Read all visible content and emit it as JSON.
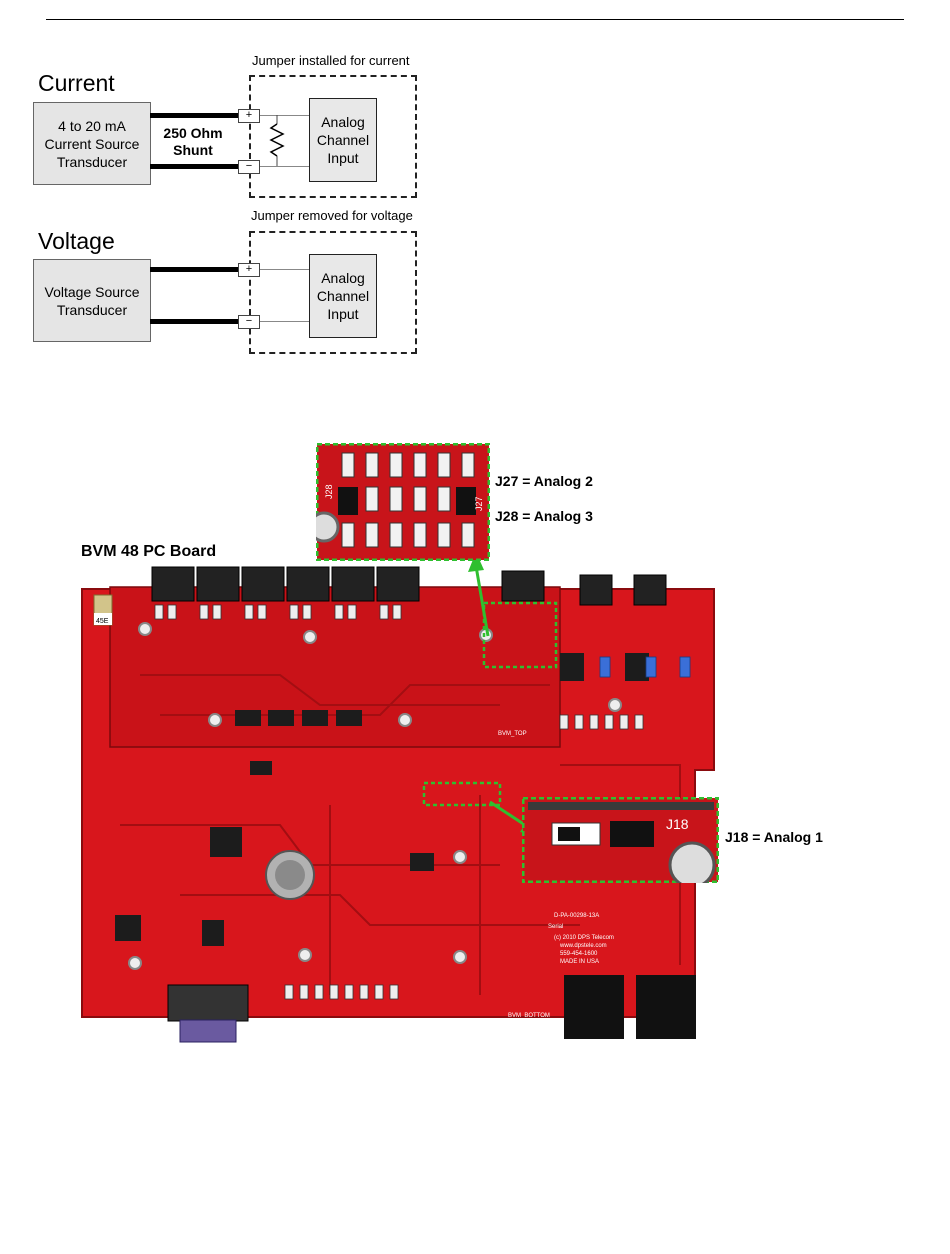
{
  "diagram": {
    "current": {
      "heading": "Current",
      "jumper_note": "Jumper installed for current",
      "source": [
        "4 to 20 mA",
        "Current Source",
        "Transducer"
      ],
      "shunt": [
        "250 Ohm",
        "Shunt"
      ],
      "input": [
        "Analog",
        "Channel",
        "Input"
      ],
      "plus": "+",
      "minus": "−"
    },
    "voltage": {
      "heading": "Voltage",
      "jumper_note": "Jumper removed for voltage",
      "source": [
        "Voltage Source",
        "Transducer"
      ],
      "input": [
        "Analog",
        "Channel",
        "Input"
      ],
      "plus": "+",
      "minus": "−"
    }
  },
  "board": {
    "title": "BVM 48 PC Board",
    "callout_j27": "J27 = Analog 2",
    "callout_j28": "J28 = Analog 3",
    "callout_j18": "J18 = Analog 1",
    "zoom_j18_label": "J18",
    "zoom_j27_label": "J27",
    "zoom_j28_label": "J28",
    "silk_serial": [
      "D-PA-00298-13A",
      "Serial",
      "(c) 2010 DPS Telecom",
      "www.dpstele.com",
      "559-454-1600",
      "MADE IN USA"
    ],
    "silk_top": "BVM_TOP",
    "silk_bottom": "BVM_BOTTOM",
    "silk_45e": "45E",
    "colors": {
      "board_red": "#d8161c",
      "board_dark": "#a30e12",
      "highlight_green": "#2fbf2f"
    }
  }
}
